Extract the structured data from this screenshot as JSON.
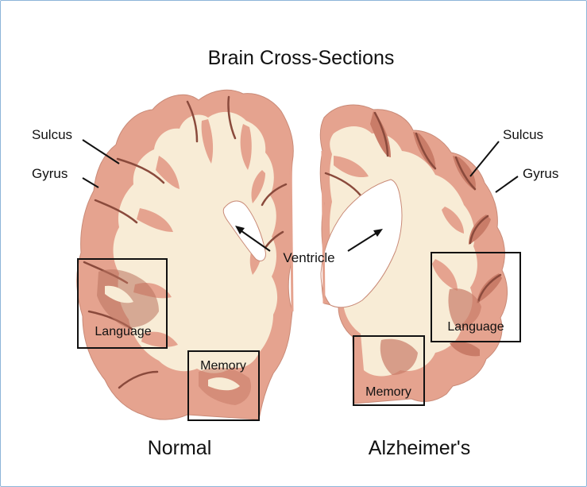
{
  "title": "Brain Cross-Sections",
  "labels": {
    "normal": "Normal",
    "alzheimers": "Alzheimer's",
    "sulcus": "Sulcus",
    "gyrus": "Gyrus",
    "ventricle": "Ventricle",
    "language": "Language",
    "memory": "Memory"
  },
  "colors": {
    "frame": "#8db4d8",
    "gray_matter": "#e5a38f",
    "gray_matter_dark": "#c97c68",
    "white_matter": "#f8ecd6",
    "sulcus_shadow": "#8a4a3c"
  }
}
